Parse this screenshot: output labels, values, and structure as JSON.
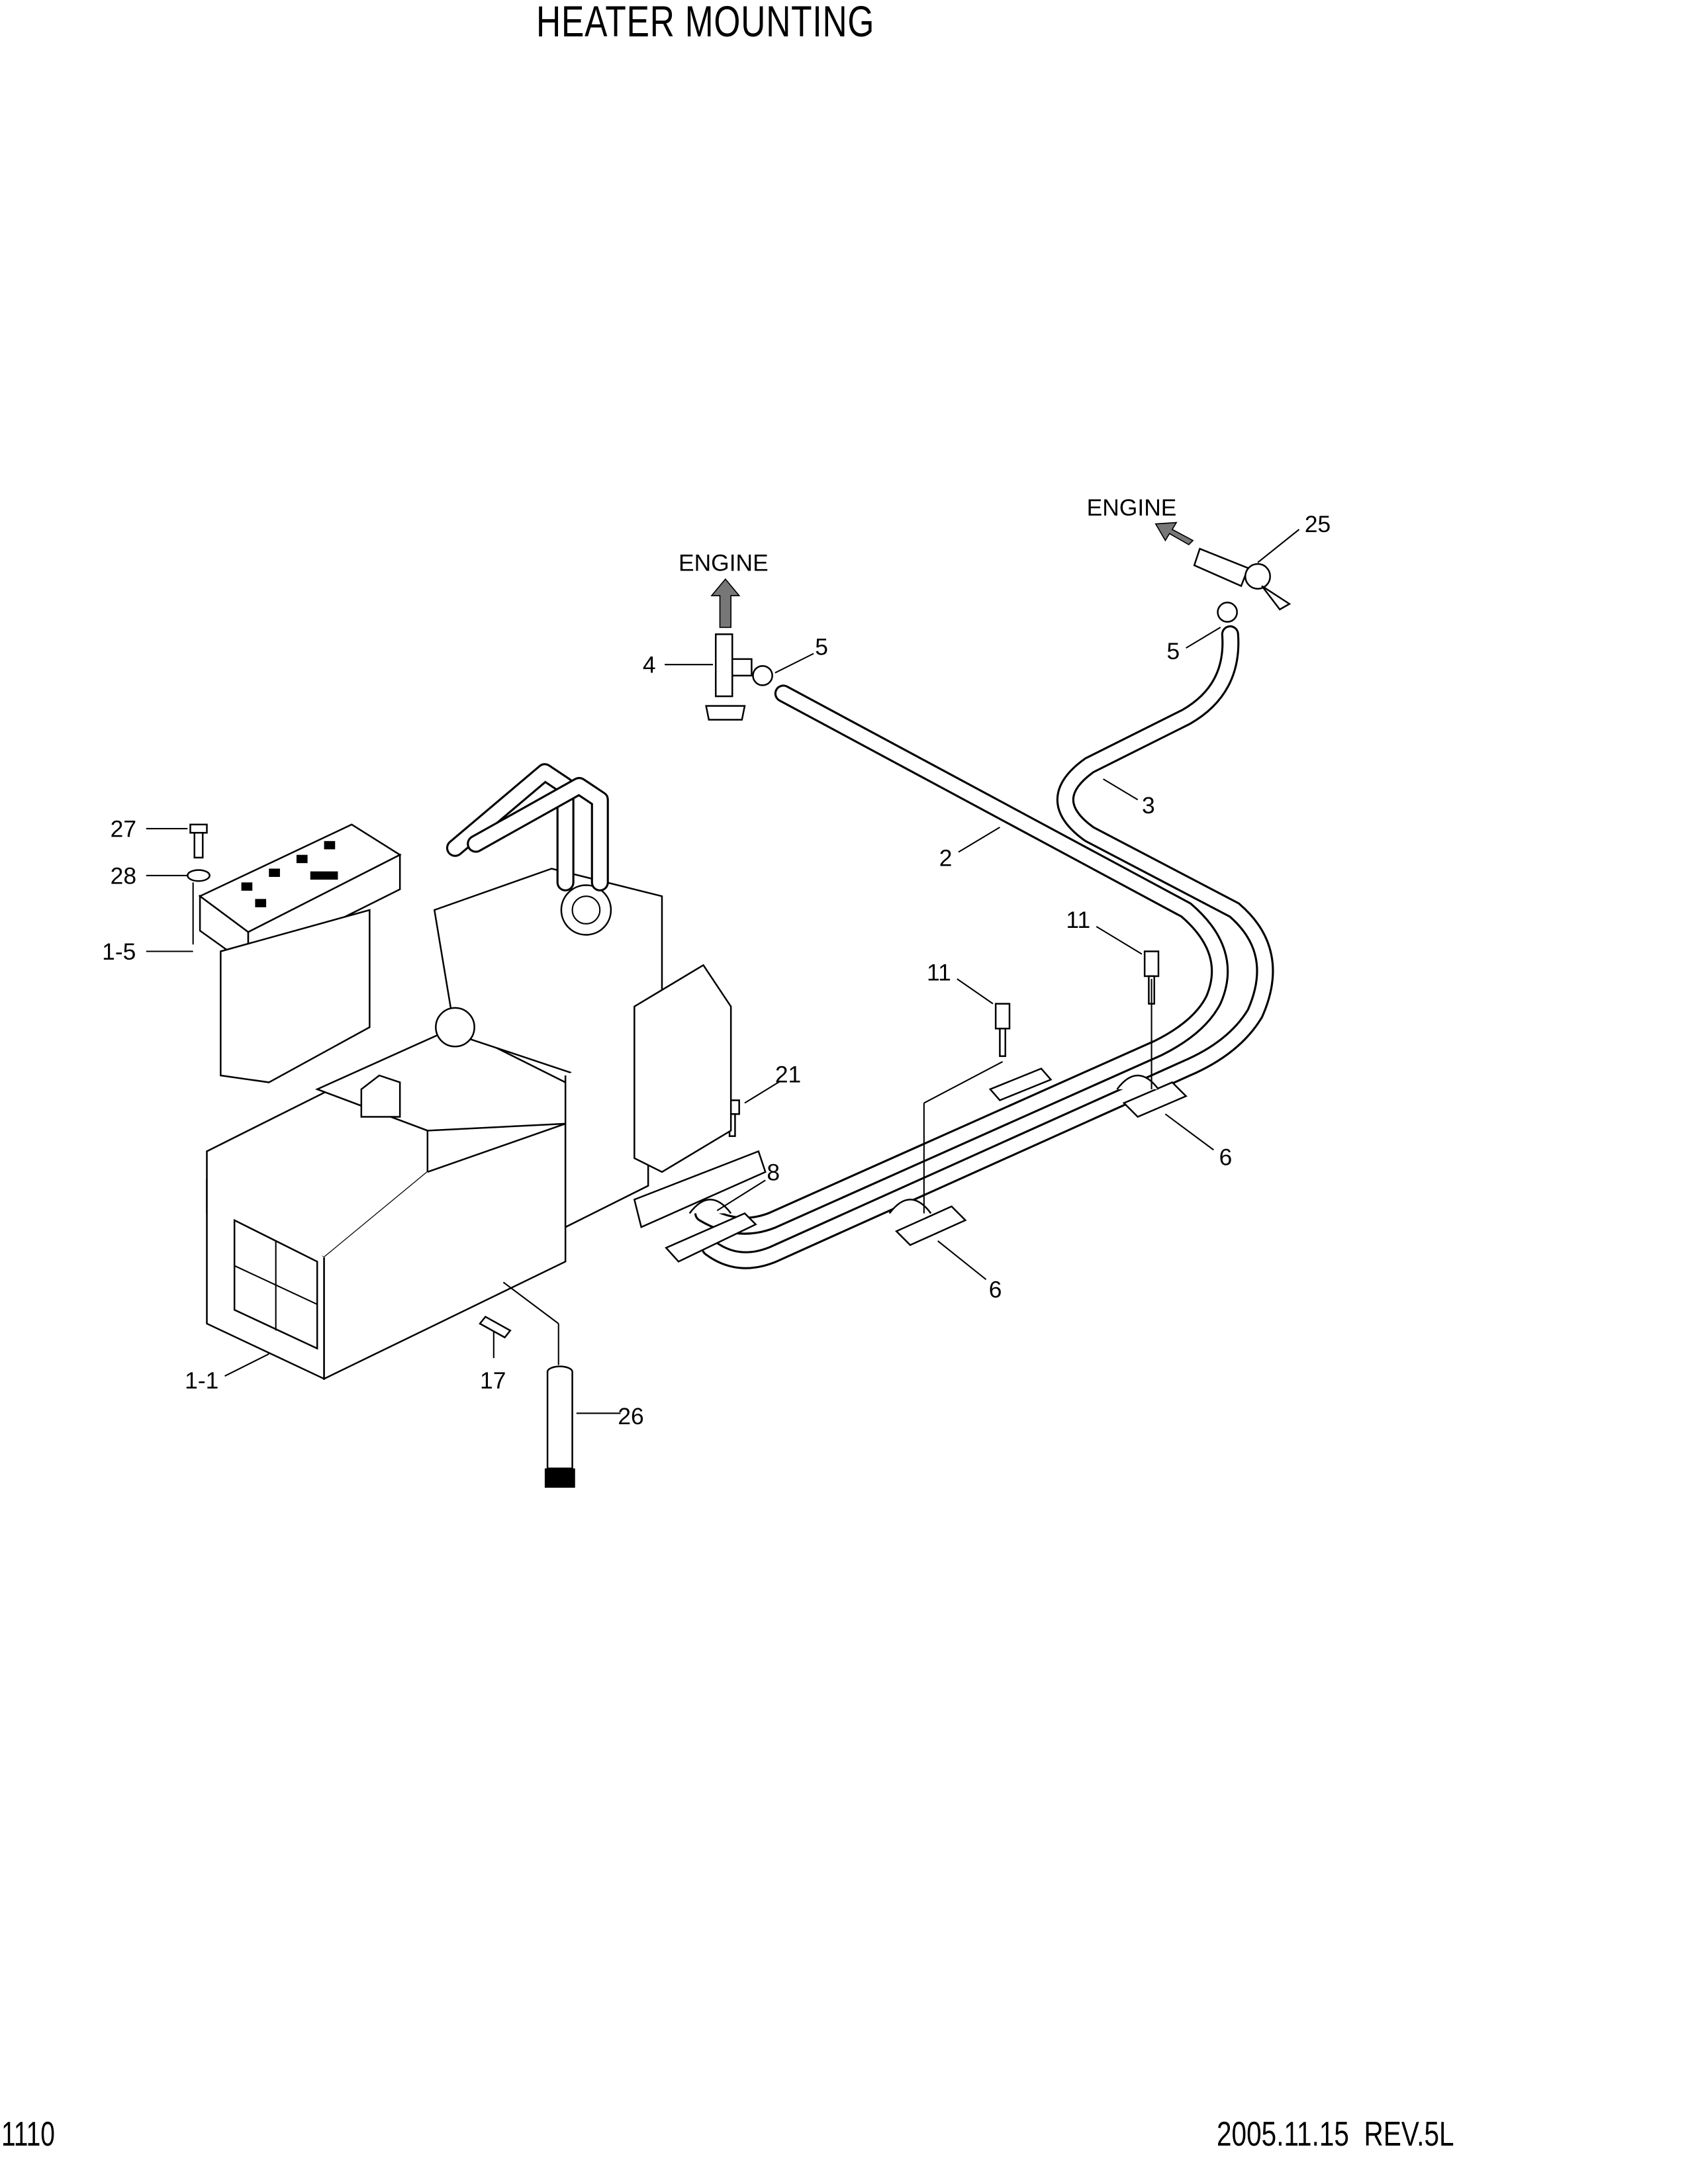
{
  "header": {
    "title": "HEATER MOUNTING"
  },
  "footer": {
    "page_number": "1110",
    "revision": "2005.11.15  REV.5L"
  },
  "callouts": {
    "engine_left": "ENGINE",
    "engine_right": "ENGINE",
    "p25": "25",
    "p4": "4",
    "p5a": "5",
    "p5b": "5",
    "p3": "3",
    "p2": "2",
    "p27": "27",
    "p28": "28",
    "p1_5": "1-5",
    "p11a": "11",
    "p11b": "11",
    "p21": "21",
    "p8": "8",
    "p6a": "6",
    "p6b": "6",
    "p1_1": "1-1",
    "p17": "17",
    "p26": "26"
  }
}
